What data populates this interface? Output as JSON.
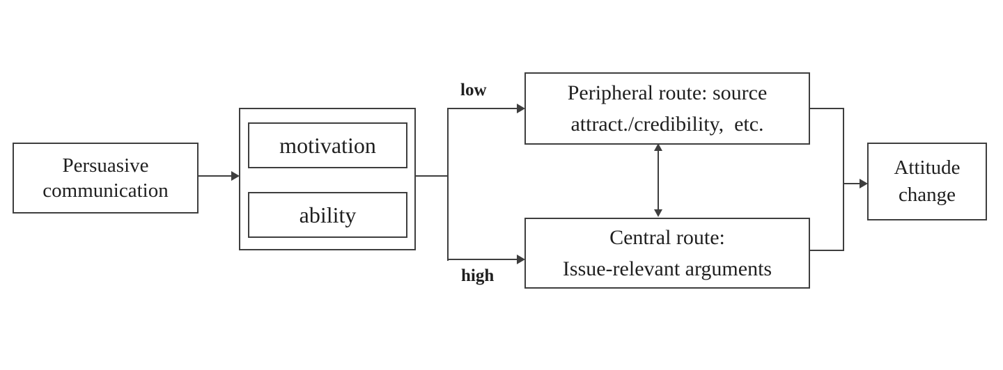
{
  "diagram": {
    "background_color": "#ffffff",
    "stroke_color": "#3e3e3e",
    "text_color": "#1f1f1f",
    "nodes": {
      "persuasive": {
        "line1": "Persuasive",
        "line2": "communication"
      },
      "motivation": {
        "label": "motivation"
      },
      "ability": {
        "label": "ability"
      },
      "peripheral": {
        "line1": "Peripheral route: source",
        "line2": "attract./credibility,  etc."
      },
      "central": {
        "line1": "Central route:",
        "line2": "Issue-relevant arguments"
      },
      "attitude": {
        "line1": "Attitude",
        "line2": "change"
      }
    },
    "edges": [
      {
        "from": "persuasive",
        "to": "factors"
      },
      {
        "from": "factors",
        "to": "peripheral",
        "label": "low"
      },
      {
        "from": "factors",
        "to": "central",
        "label": "high"
      },
      {
        "from": "peripheral",
        "to": "central",
        "bidirectional": true
      },
      {
        "from": "peripheral",
        "to": "attitude"
      },
      {
        "from": "central",
        "to": "attitude"
      }
    ]
  }
}
